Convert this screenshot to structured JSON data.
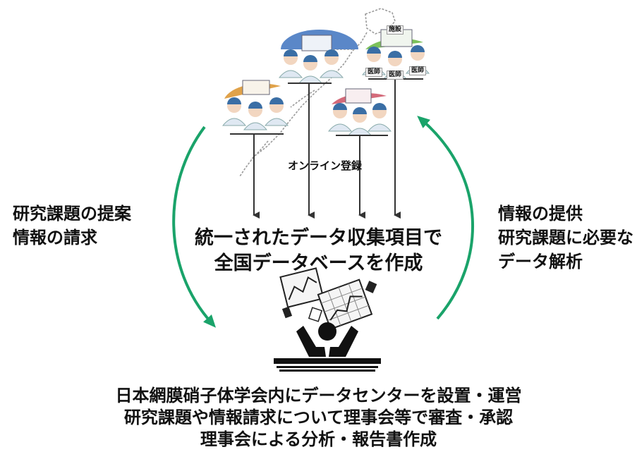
{
  "left_label": {
    "line1": "研究課題の提案",
    "line2": "情報の請求"
  },
  "right_label": {
    "line1": "情報の提供",
    "line2": "研究課題に必要な",
    "line3": "データ解析"
  },
  "online_label": "オンライン登録",
  "center_title": {
    "line1": "統一されたデータ収集項目で",
    "line2": "全国データベースを作成"
  },
  "bottom_text": {
    "line1": "日本網膜硝子体学会内にデータセンターを設置・運営",
    "line2": "研究課題や情報請求について理事会等で審査・承認",
    "line3": "理事会による分析・報告書作成"
  },
  "badges": {
    "facility": "施設",
    "doctor1": "医師",
    "doctor2": "医師",
    "doctor3": "医師"
  },
  "colors": {
    "cycle_arrow": "#1aa36a",
    "data_arrow": "#333333",
    "hospital_blue": "#5a87c8",
    "hospital_green": "#7cc15a",
    "hospital_orange": "#e0a24a",
    "hospital_red": "#d46a7a",
    "doctor_hair": "#3a6ea5"
  }
}
